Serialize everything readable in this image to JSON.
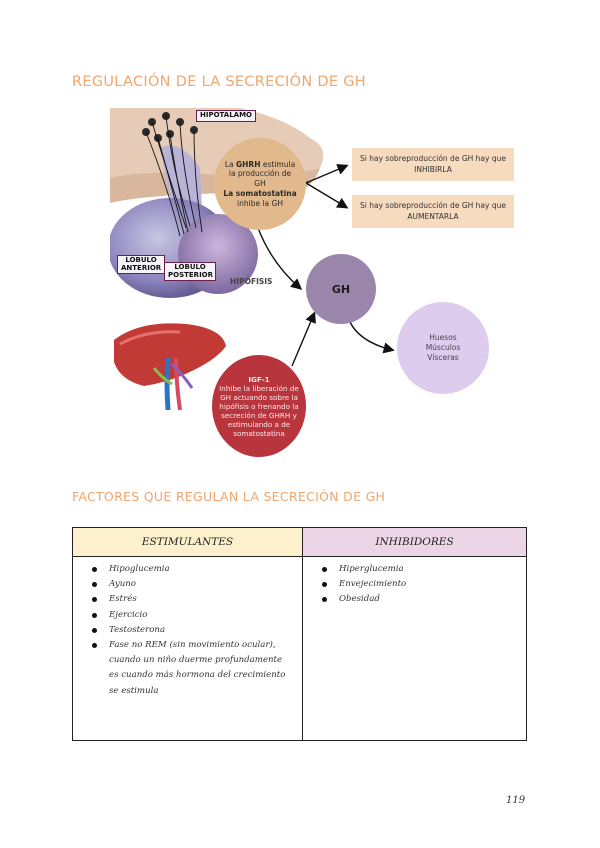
{
  "title": "REGULACIÓN DE LA SECRECIÓN DE GH",
  "diagram": {
    "label_hipotalamo": "HIPOTÁLAMO",
    "label_lobulo_anterior": "LÓBULO ANTERIOR",
    "label_lobulo_posterior": "LÓBULO POSTERIOR",
    "label_hipofisis": "HIPÓFISIS",
    "ghrh": {
      "line1_pre": "La ",
      "line1_bold": "GHRH",
      "line1_post": " estimula la producción de GH",
      "line2_bold": "La somatostatina",
      "line2_post": "inhibe la GH"
    },
    "box_inhibir": {
      "line1": "Si hay sobreproducción de GH hay que",
      "line2": "INHIBIRLA"
    },
    "box_aumentar": {
      "line1": "Si hay sobreproducción de GH hay que",
      "line2": "AUMENTARLA"
    },
    "gh_label": "GH",
    "targets": [
      "Huesos",
      "Músculos",
      "Vísceras"
    ],
    "igf": {
      "title": "IGF-1",
      "text": "Inhibe la liberación de GH actuando sobre la hipófisis o frenando la secreción de GHRH y estimulando a de somatostatina"
    },
    "colors": {
      "ghrh": "#e1b98d",
      "gh": "#9b86ab",
      "targets": "#ddccee",
      "igf": "#b8353e",
      "boxes": "#f6dbbf"
    }
  },
  "section2_title": "FACTORES QUE REGULAN LA SECRECIÓN DE GH",
  "table": {
    "headers": [
      "ESTIMULANTES",
      "INHIBIDORES"
    ],
    "estimulantes": [
      "Hipoglucemia",
      "Ayuno",
      "Estrés",
      "Ejercicio",
      "Testosterona",
      "Fase no REM (sin movimiento ocular), cuando un niño duerme profundamente es cuando más hormona del crecimiento se estimula"
    ],
    "inhibidores": [
      "Hiperglucemia",
      "Envejecimiento",
      "Obesidad"
    ],
    "header_colors": {
      "estimulantes": "#fdf0cc",
      "inhibidores": "#ecd5e6"
    }
  },
  "page_number": "119"
}
